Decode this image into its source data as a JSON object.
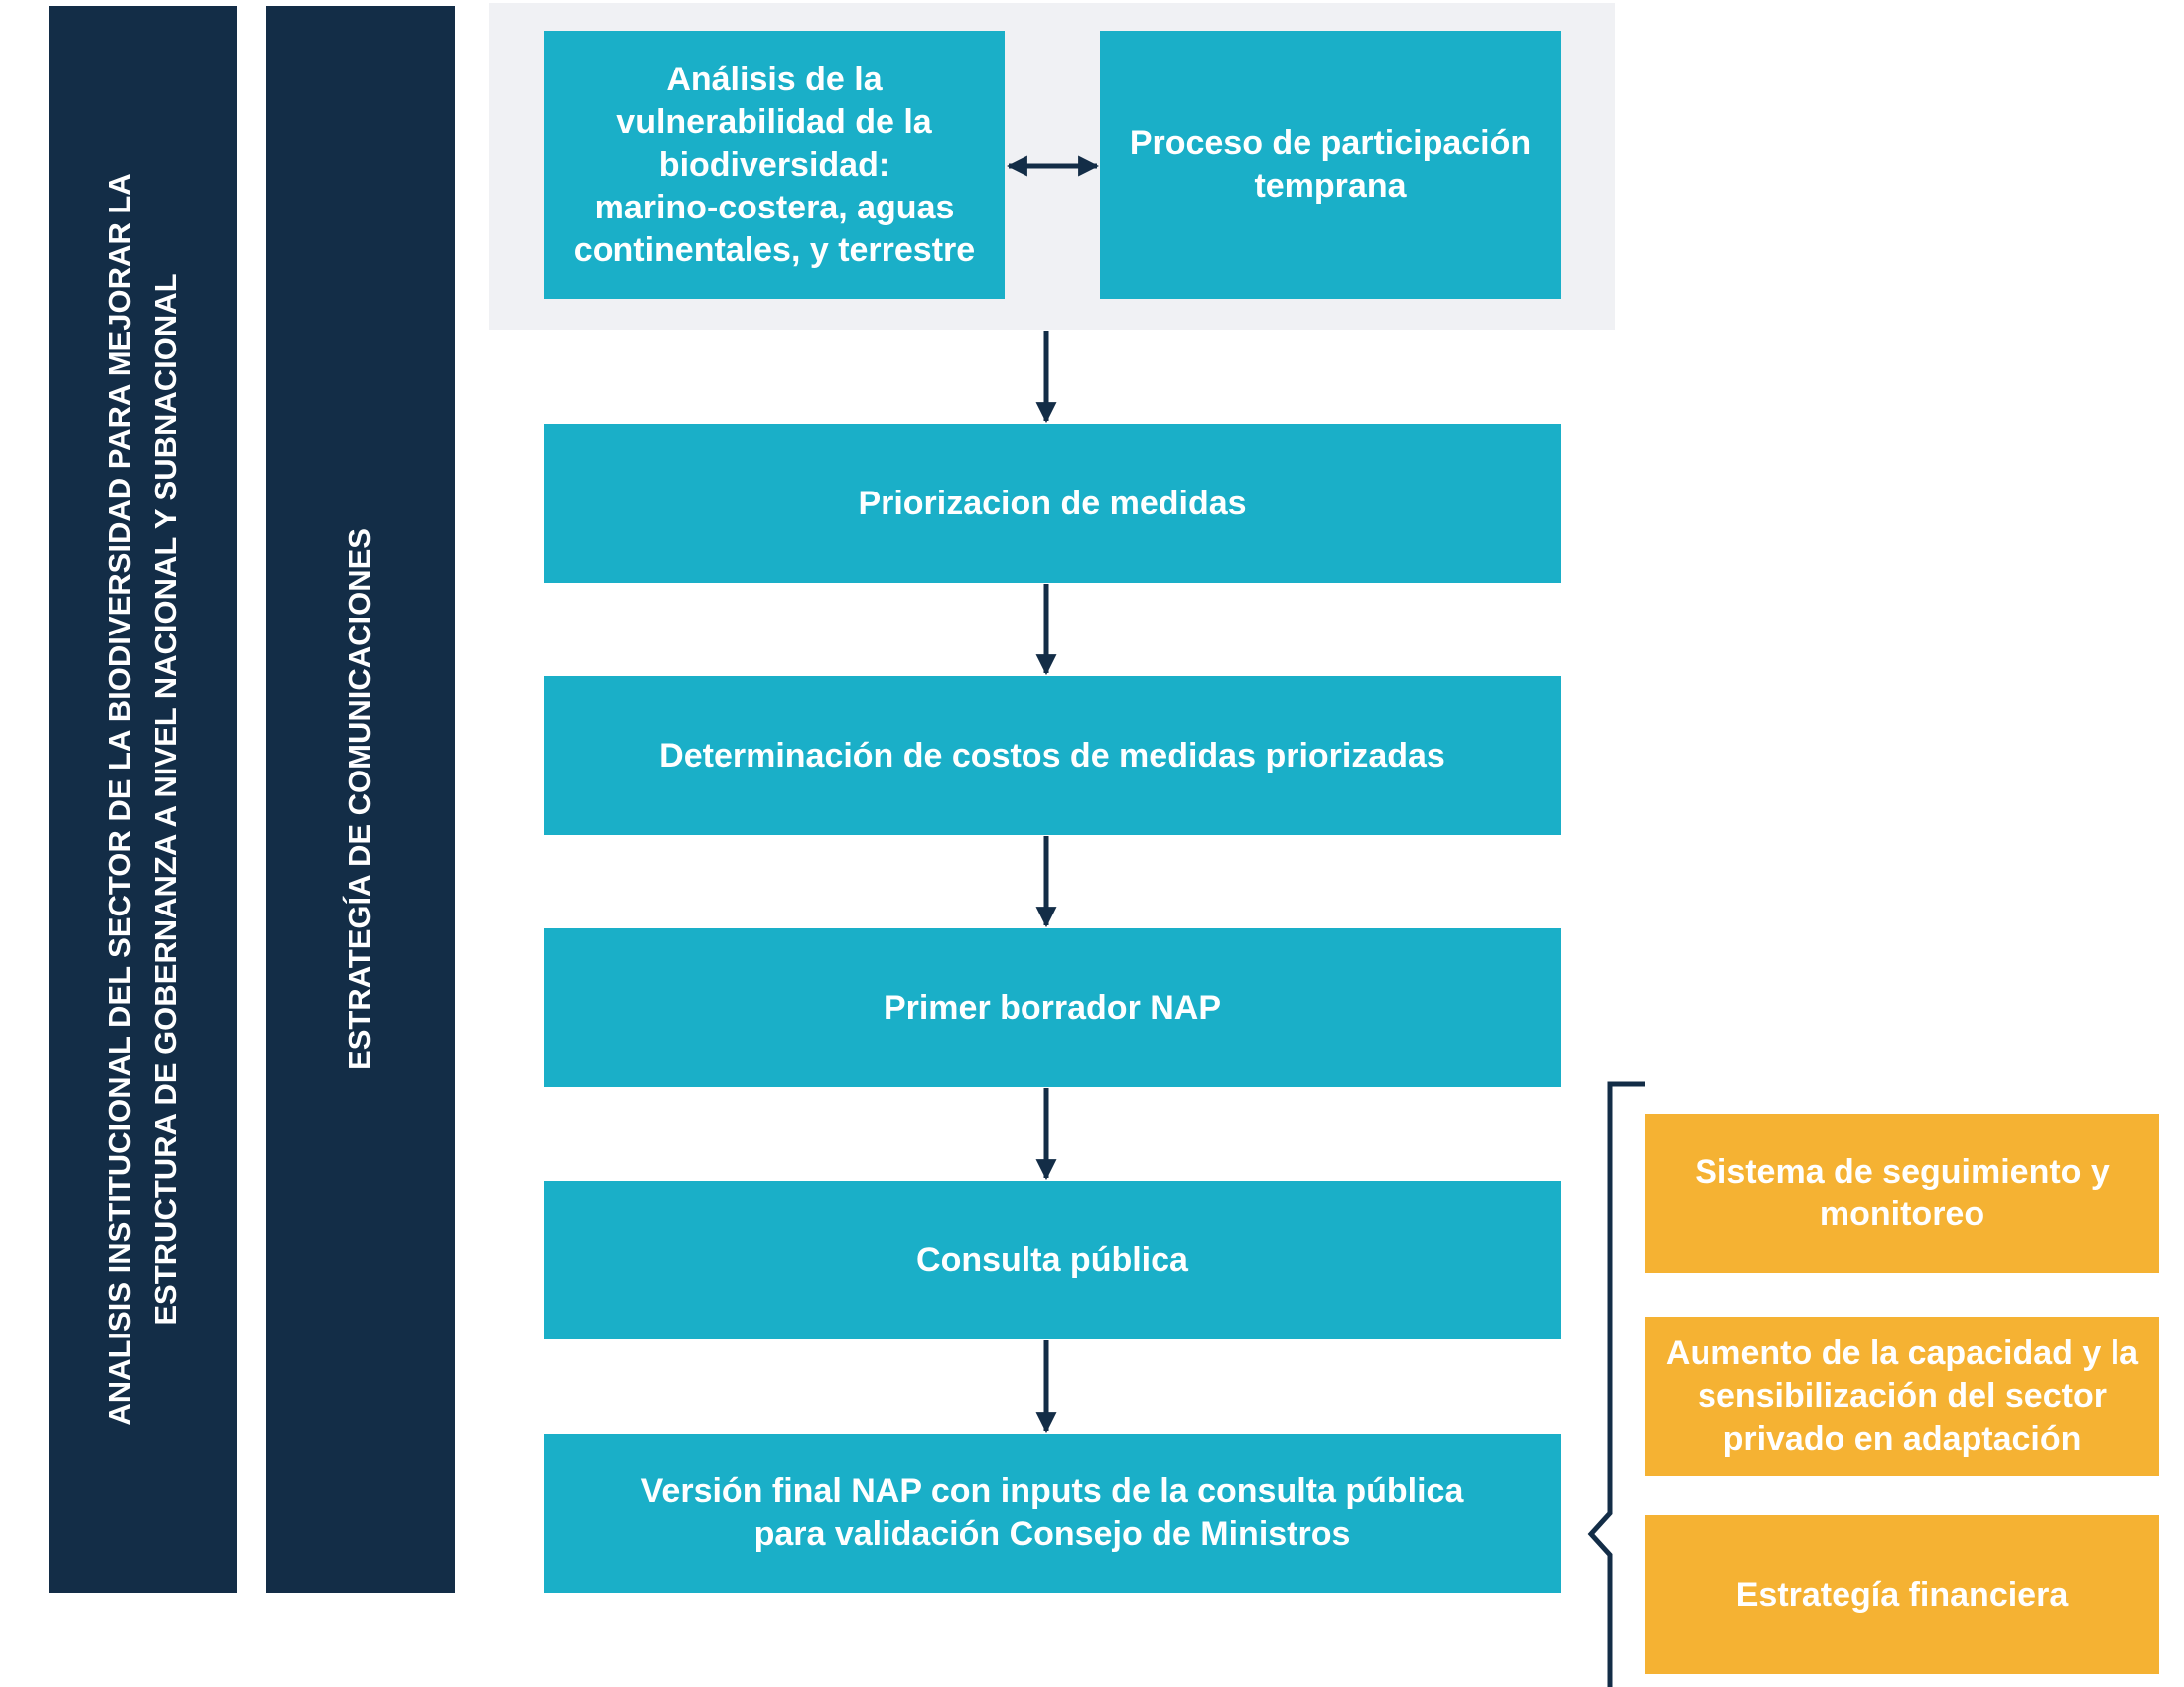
{
  "side_bars": {
    "governance_analysis": "ANALISIS INSTITUCIONAL DEL SECTOR DE LA BIODIVERSIDAD PARA MEJORAR LA\nESTRUCTURA DE GOBERNANZA A NIVEL NACIONAL Y SUBNACIONAL",
    "communications": "ESTRATEGÍA DE COMUNICACIONES"
  },
  "top_panel": {
    "vulnerability_analysis": "Análisis de la\nvulnerabilidad de la\nbiodiversidad:\nmarino-costera, aguas\ncontinentales, y terrestre",
    "early_participation": "Proceso de participación\ntemprana"
  },
  "flow_steps": [
    "Priorizacion de medidas",
    "Determinación de costos de medidas priorizadas",
    "Primer borrador NAP",
    "Consulta pública",
    "Versión final NAP con inputs de la consulta pública\npara validación Consejo de Ministros"
  ],
  "supporting_elements": [
    "Sistema de seguimiento y\nmonitoreo",
    "Aumento de la capacidad y la\nsensibilización del sector\nprivado en adaptación",
    "Estrategía financiera"
  ],
  "colors": {
    "navy": "#132d47",
    "teal": "#1aafc8",
    "orange": "#f5b233",
    "panel": "#f0f1f4"
  }
}
